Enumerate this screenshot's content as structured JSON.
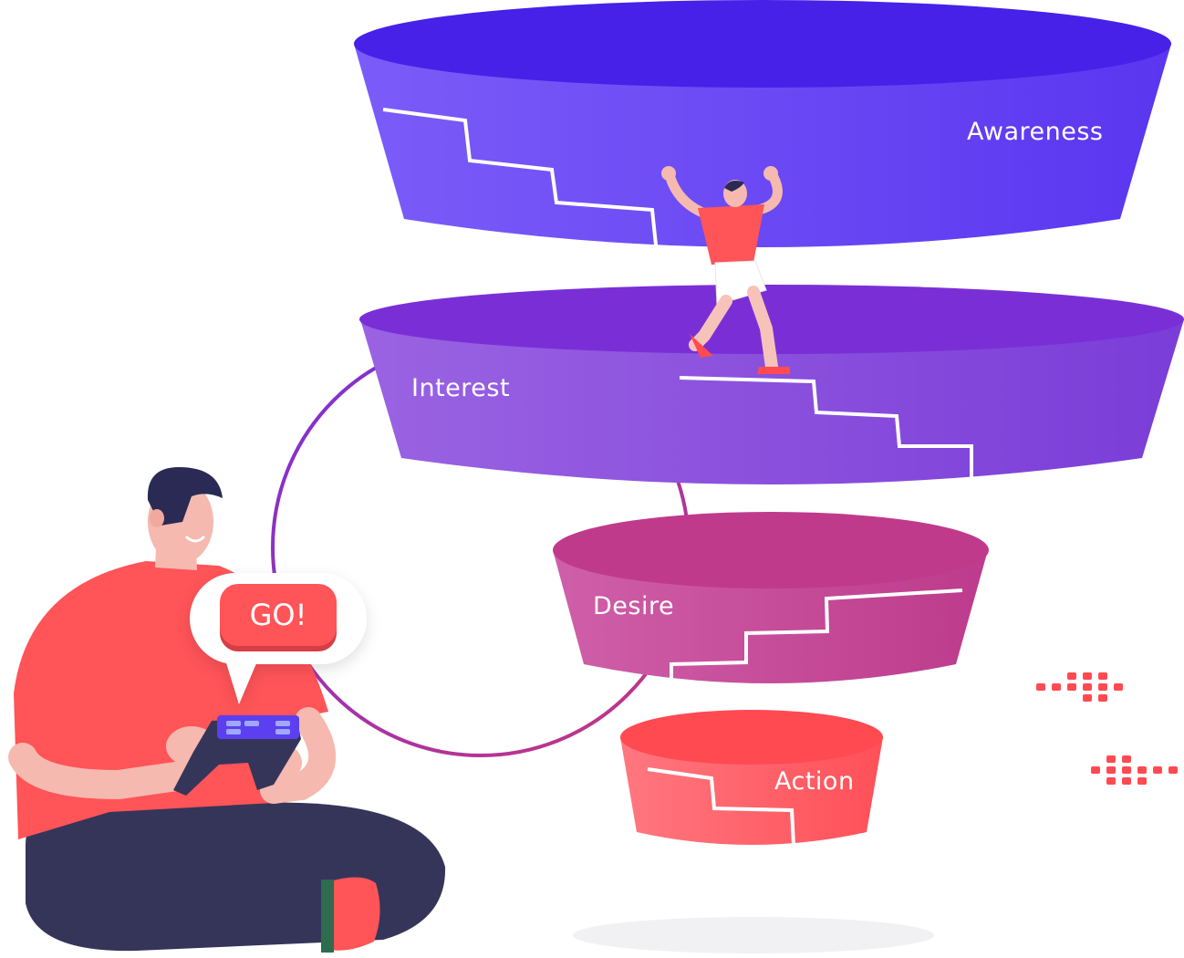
{
  "stages": [
    {
      "label": "Awareness"
    },
    {
      "label": "Interest"
    },
    {
      "label": "Desire"
    },
    {
      "label": "Action"
    }
  ],
  "go_button": {
    "label": "GO!"
  },
  "colors": {
    "awareness": "#5b3ff0",
    "interest": "#8a4fe0",
    "desire": "#c4408f",
    "action": "#ff5a60",
    "shirt": "#ff5458",
    "pants": "#35355a",
    "skin": "#f5b9b0",
    "hair": "#2a2a55"
  },
  "icons": [
    "game-controller-icon",
    "staircase-icon"
  ]
}
